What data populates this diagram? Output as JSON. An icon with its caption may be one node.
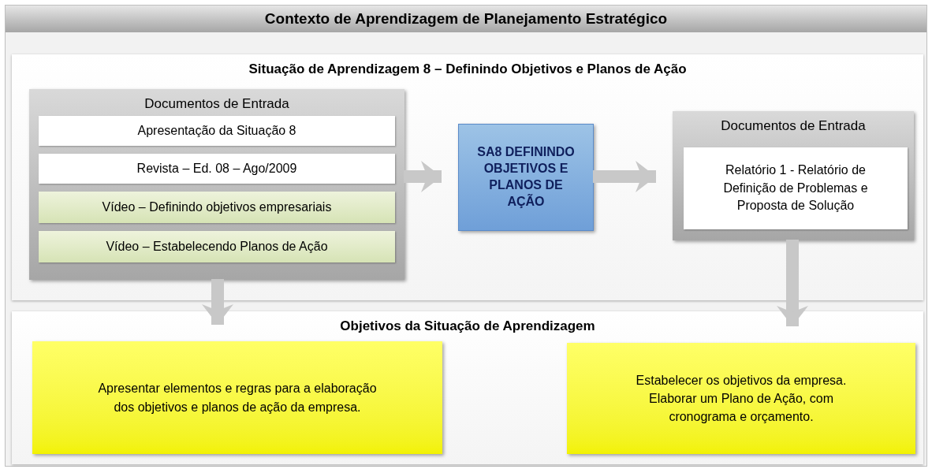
{
  "diagram": {
    "nodes": [
      {
        "text": [
          "Contexto de Aprendizagem de Planejamento Estratégico"
        ]
      },
      {
        "text": [
          "Situação de Aprendizagem 8 – Definindo Objetivos e Planos de Ação"
        ],
        "in": 0
      },
      {
        "text": [
          "Documentos de Entrada"
        ],
        "in": 1
      },
      {
        "text": [
          "Apresentação da Situação 8"
        ],
        "in": 2
      },
      {
        "text": [
          "Revista – Ed. 08 – Ago/2009"
        ],
        "in": 2
      },
      {
        "text": [
          "Vídeo – Definindo objetivos empresariais"
        ],
        "in": 2
      },
      {
        "text": [
          "Vídeo – Estabelecendo Planos de Ação"
        ],
        "in": 2
      },
      {
        "text": [
          "SA8 DEFININDO OBJETIVOS E PLANOS DE AÇÃO"
        ],
        "in": 1
      },
      {
        "text": [
          "Documentos de Entrada"
        ],
        "in": 1
      },
      {
        "text": [
          "Relatório 1 -  Relatório de Definição de Problemas e Proposta de Solução"
        ],
        "in": 8
      },
      {
        "text": [
          "Objetivos da Situação de Aprendizagem"
        ],
        "in": 0
      },
      {
        "text": [
          "Apresentar elementos e regras para a elaboração dos objetivos e planos de ação da empresa."
        ],
        "in": 10
      },
      {
        "text": [
          "Estabelecer os objetivos da empresa. Elaborar um Plano de Ação, com cronograma e orçamento."
        ],
        "in": 10
      }
    ],
    "edges": [
      {
        "from": 2,
        "to": 7,
        "arrow": "to"
      },
      {
        "from": 7,
        "to": 8,
        "arrow": "to"
      },
      {
        "from": 2,
        "to": 11,
        "arrow": "to"
      },
      {
        "from": 8,
        "to": 12,
        "arrow": "to"
      }
    ]
  }
}
